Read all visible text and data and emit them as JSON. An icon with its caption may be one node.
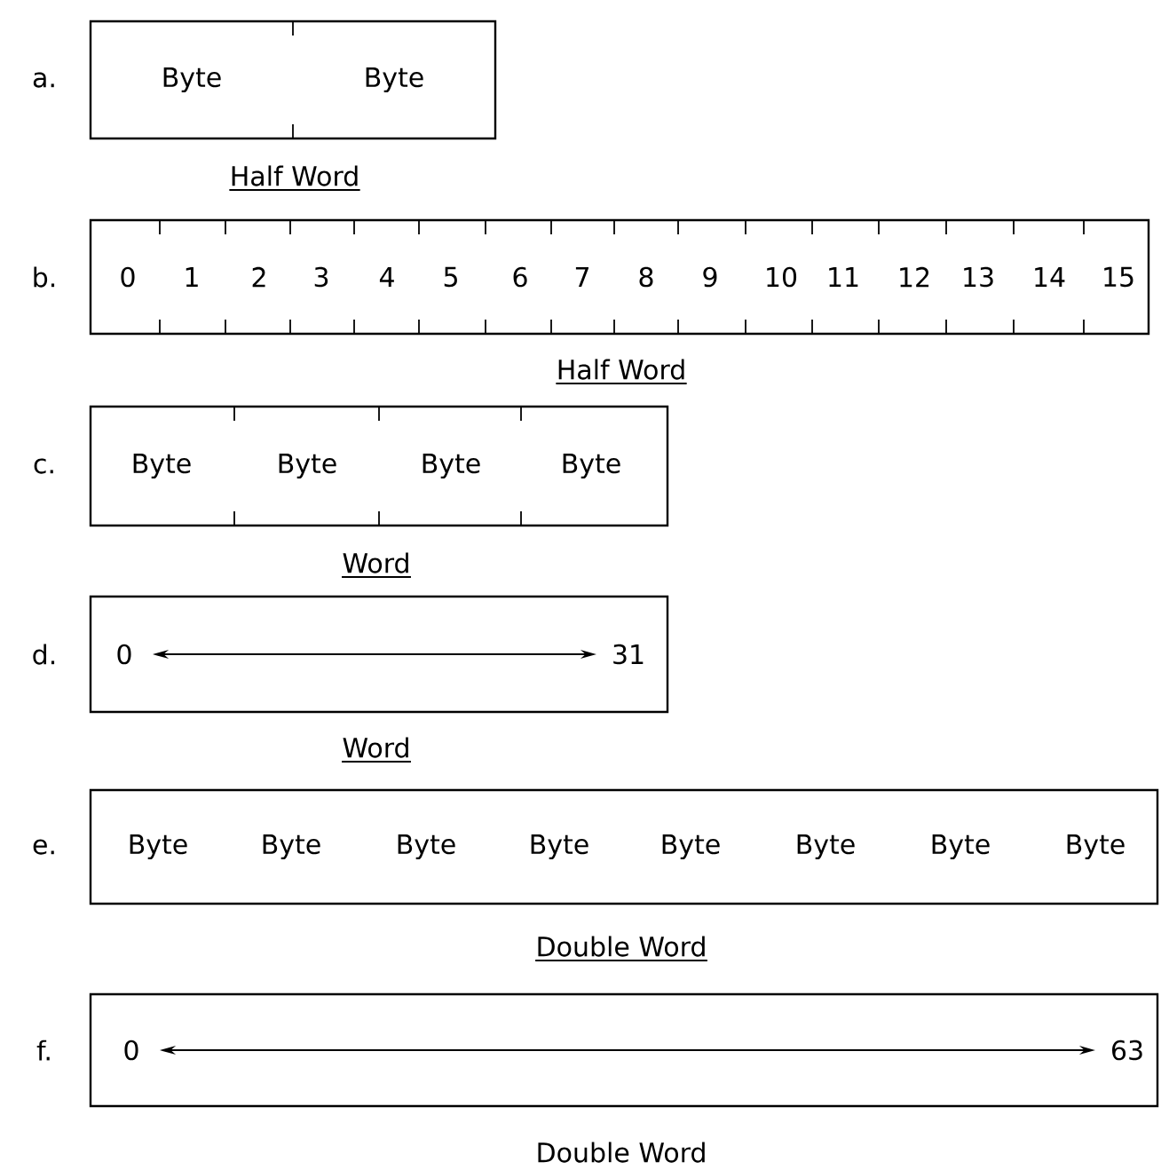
{
  "diagram": {
    "nodes": [
      {
        "text": [
          "Byte",
          "Byte"
        ],
        "beside": [
          "a."
        ]
      },
      {
        "text": [
          "0",
          "1",
          "2",
          "3",
          "4",
          "5",
          "6",
          "7",
          "8",
          "9",
          "10",
          "11",
          "12",
          "13",
          "14",
          "15"
        ],
        "beside": [
          "b."
        ]
      },
      {
        "text": [
          "Byte",
          "Byte",
          "Byte",
          "Byte"
        ],
        "beside": [
          "c."
        ]
      },
      {
        "text": [
          "0",
          "31"
        ],
        "beside": [
          "d."
        ]
      },
      {
        "text": [
          "Byte",
          "Byte",
          "Byte",
          "Byte",
          "Byte",
          "Byte",
          "Byte",
          "Byte"
        ],
        "beside": [
          "e."
        ]
      },
      {
        "text": [
          "0",
          "63"
        ],
        "beside": [
          "f."
        ]
      }
    ],
    "labels": [
      "Half Word",
      "Half Word",
      "Word",
      "Word",
      "Double Word",
      "Double Word"
    ]
  }
}
